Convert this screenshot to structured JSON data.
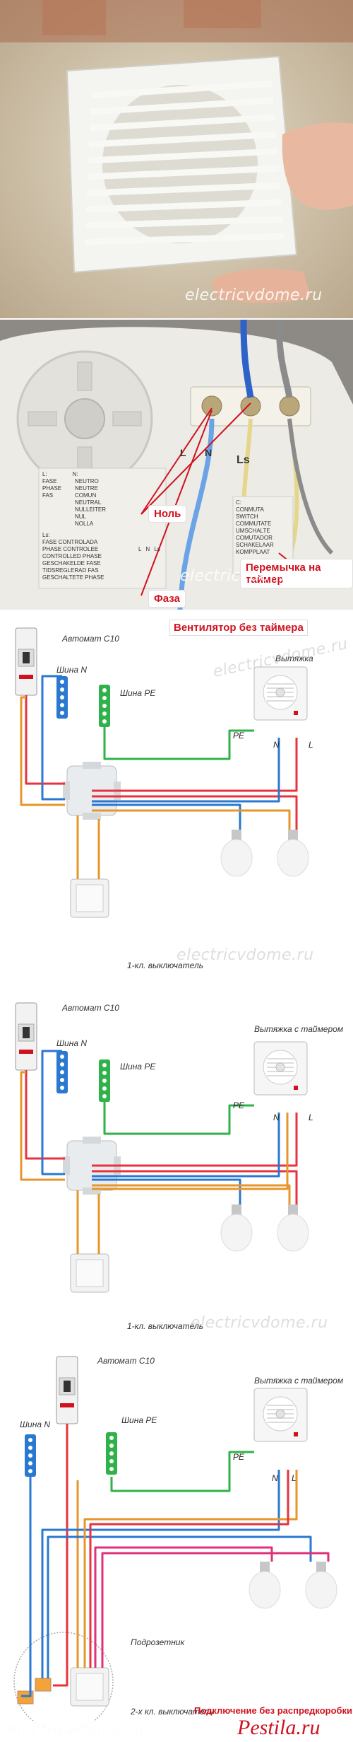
{
  "watermark": "electricvdome.ru",
  "photo2": {
    "callouts": {
      "neutral": "Ноль",
      "phase": "Фаза",
      "jumper": "Перемычка на таймер"
    },
    "terminal_marks": {
      "l": "L",
      "n": "N",
      "ls": "Ls"
    },
    "legend_left": {
      "head1": "L:",
      "head2": "N:",
      "rows": [
        [
          "FASE",
          "NEUTRO"
        ],
        [
          "PHASE",
          "NEUTRE"
        ],
        [
          "FAS",
          "COMUN"
        ],
        [
          "",
          "NEUTRAL"
        ],
        [
          "",
          "NULLEITER"
        ],
        [
          "",
          "NUL"
        ],
        [
          "",
          "NOLLA"
        ]
      ],
      "ls_head": "Ls:",
      "ls_rows": [
        "FASE CONTROLADA",
        "PHASE CONTROLEE",
        "CONTROLLED PHASE",
        "GESCHAKELDE FASE",
        "TIDSREGLERAD FAS",
        "GESCHALTETE PHASE"
      ]
    },
    "legend_right": {
      "head": "C:",
      "rows": [
        "CONMUTA",
        "SWITCH",
        "COMMUTATE",
        "UMSCHALTE",
        "COMUTADOR",
        "SCHAKELAAR",
        "KOMPPLAAT"
      ]
    },
    "scheme_labels": {
      "l": "L",
      "n": "N",
      "ls": "Ls"
    }
  },
  "diagram1": {
    "title": "Вентилятор без таймера",
    "breaker": "Автомат С10",
    "bus_n": "Шина N",
    "bus_pe": "Шина PE",
    "fan": "Вытяжка",
    "pe": "PE",
    "n": "N",
    "l": "L",
    "switch": "1-кл. выключатель"
  },
  "diagram2": {
    "breaker": "Автомат С10",
    "bus_n": "Шина N",
    "bus_pe": "Шина PE",
    "fan": "Вытяжка с таймером",
    "pe": "PE",
    "n": "N",
    "l": "L",
    "switch": "1-кл. выключатель"
  },
  "diagram3": {
    "breaker": "Автомат С10",
    "bus_n": "Шина N",
    "bus_pe": "Шина PE",
    "fan": "Вытяжка с таймером",
    "pe": "PE",
    "n": "N",
    "l": "L",
    "box": "Подрозетник",
    "switch": "2-х кл. выключатель",
    "footer": "Подключение без распредкоробки"
  },
  "brand": "Pestila.ru",
  "colors": {
    "phase": "#e8323c",
    "neutral": "#2a78d0",
    "pe": "#2fb24a",
    "switched": "#e6962a",
    "timer": "#e0307a"
  }
}
